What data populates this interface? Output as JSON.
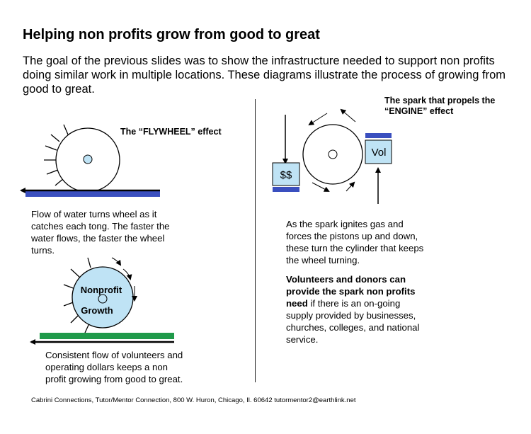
{
  "title": "Helping non profits grow from good to great",
  "intro": "The goal of the previous slides was to show the infrastructure needed to support non profits doing similar work in multiple locations.  These diagrams illustrate the process of growing from good to great.",
  "flywheel": {
    "label": "The “FLYWHEEL” effect",
    "caption": "Flow of water turns wheel as it catches each tong. The faster the water flows, the faster the wheel turns.",
    "bar_color": "#3a4fbf"
  },
  "nonprofit_wheel": {
    "line1": "Nonprofit",
    "line2": "Growth",
    "caption": "Consistent flow of volunteers and operating dollars keeps a non profit growing from good to great.",
    "fill_color": "#bfe3f5",
    "bar_color": "#1f9a4a"
  },
  "engine": {
    "heading_line1": "The spark that propels the",
    "heading_line2": "“ENGINE” effect",
    "dollar_label": "$$",
    "vol_label": "Vol",
    "box_color": "#bfe3f5",
    "bar_color": "#3a4fbf",
    "caption": "As the spark ignites gas and forces the pistons up and down, these turn the cylinder that keeps the wheel turning."
  },
  "volunteers": {
    "bold_text": "Volunteers and donors can provide the spark non profits need",
    "rest_text": " if there is an on-going supply provided by businesses, churches, colleges, and national service."
  },
  "footer": "Cabrini Connections, Tutor/Mentor Connection, 800 W. Huron, Chicago, Il. 60642  tutormentor2@earthlink.net"
}
